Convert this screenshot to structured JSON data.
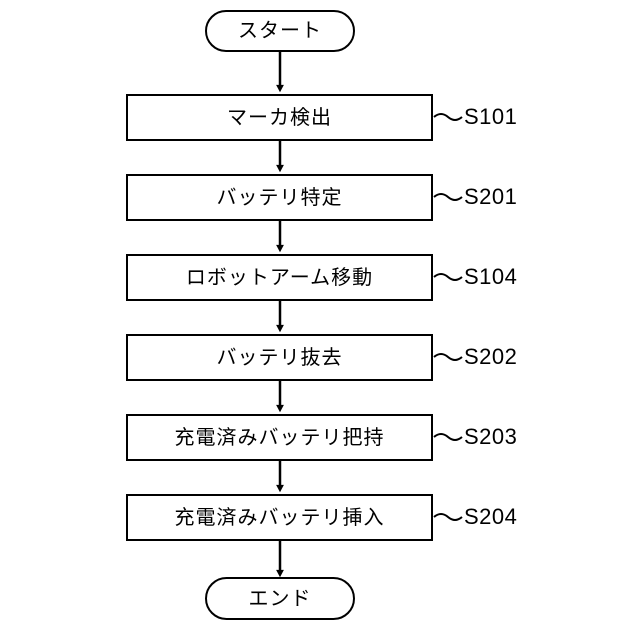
{
  "diagram": {
    "title_text": "",
    "background_color": "#ffffff",
    "line_color": "#000000",
    "start_node": {
      "shape": "stadium",
      "label": "スタート"
    },
    "end_node": {
      "shape": "stadium",
      "label": "エンド"
    },
    "steps": [
      {
        "label": "マーカ検出",
        "step_id": "S101"
      },
      {
        "label": "バッテリ特定",
        "step_id": "S201"
      },
      {
        "label": "ロボットアーム移動",
        "step_id": "S104"
      },
      {
        "label": "バッテリ抜去",
        "step_id": "S202"
      },
      {
        "label": "充電済みバッテリ把持",
        "step_id": "S203"
      },
      {
        "label": "充電済みバッテリ挿入",
        "step_id": "S204"
      }
    ],
    "flow_direction": "top-to-bottom",
    "arrow_style": "solid-line-filled-triangle",
    "leader_style": "wavy-squiggle"
  }
}
